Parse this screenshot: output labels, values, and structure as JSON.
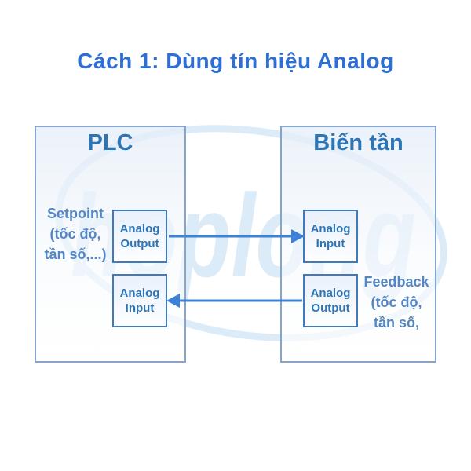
{
  "title": "Cách 1: Dùng tín hiệu Analog",
  "watermark": {
    "text": "hoplong"
  },
  "colors": {
    "title_blue": "#2e6fd6",
    "label_blue": "#2e75b6",
    "annotation_blue": "#5586c4",
    "arrow_blue": "#3c82d8",
    "device_border": "#87a4cb",
    "port_border": "#4079bd",
    "watermark_blue": "#dcebf8"
  },
  "plc": {
    "title": "PLC",
    "annotation": {
      "lines": [
        "Setpoint",
        "(tốc độ,",
        "tần số,...)"
      ]
    },
    "ports": [
      {
        "id": "plc-analog-output",
        "lines": [
          "Analog",
          "Output"
        ]
      },
      {
        "id": "plc-analog-input",
        "lines": [
          "Analog",
          "Input"
        ]
      }
    ]
  },
  "inverter": {
    "title": "Biến tần",
    "annotation": {
      "lines": [
        "Feedback",
        "(tốc độ,",
        "tần số,"
      ]
    },
    "ports": [
      {
        "id": "inverter-analog-input",
        "lines": [
          "Analog",
          "Input"
        ]
      },
      {
        "id": "inverter-analog-output",
        "lines": [
          "Analog",
          "Output"
        ]
      }
    ]
  },
  "connections": [
    {
      "from": "plc-analog-output",
      "to": "inverter-analog-input",
      "direction": "right",
      "signal": "Setpoint analog signal"
    },
    {
      "from": "inverter-analog-output",
      "to": "plc-analog-input",
      "direction": "left",
      "signal": "Feedback analog signal"
    }
  ]
}
